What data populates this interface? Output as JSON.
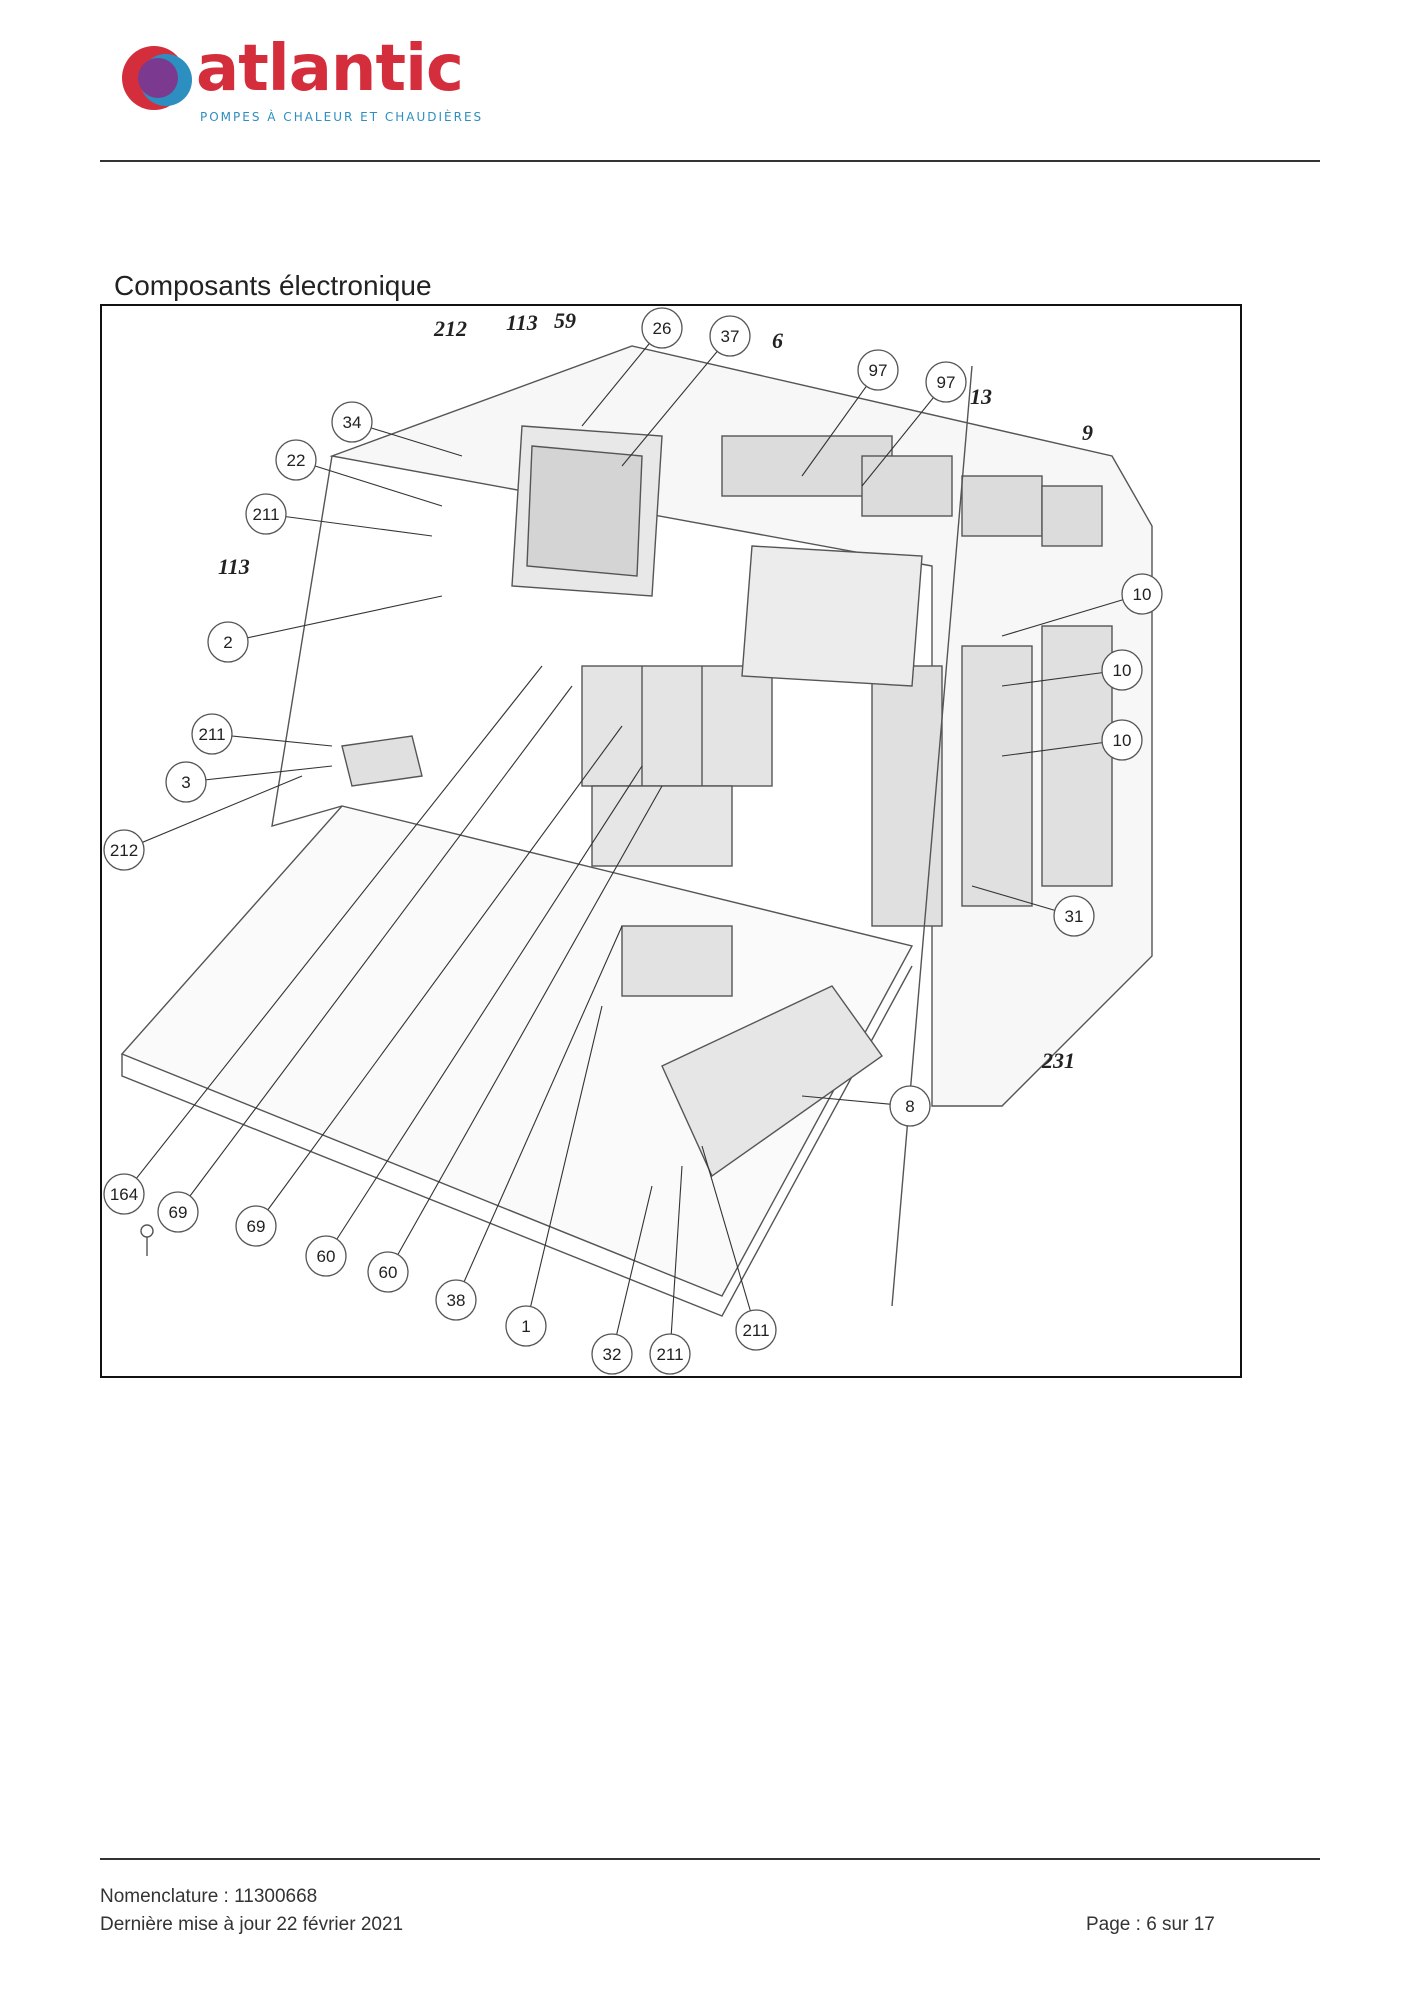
{
  "header": {
    "brand": "atlantic",
    "tagline": "POMPES À CHALEUR ET CHAUDIÈRES",
    "colors": {
      "brand_red": "#d42e3d",
      "brand_blue": "#2d8fc0",
      "brand_purple": "#7b3a8f"
    }
  },
  "section": {
    "title": "Composants électronique"
  },
  "diagram": {
    "callouts": [
      {
        "label": "26"
      },
      {
        "label": "37"
      },
      {
        "label": "97"
      },
      {
        "label": "97"
      },
      {
        "label": "34"
      },
      {
        "label": "22"
      },
      {
        "label": "211"
      },
      {
        "label": "2"
      },
      {
        "label": "10"
      },
      {
        "label": "10"
      },
      {
        "label": "10"
      },
      {
        "label": "211"
      },
      {
        "label": "3"
      },
      {
        "label": "212"
      },
      {
        "label": "31"
      },
      {
        "label": "8"
      },
      {
        "label": "164"
      },
      {
        "label": "69"
      },
      {
        "label": "69"
      },
      {
        "label": "60"
      },
      {
        "label": "60"
      },
      {
        "label": "38"
      },
      {
        "label": "1"
      },
      {
        "label": "211"
      },
      {
        "label": "32"
      },
      {
        "label": "211"
      }
    ],
    "italic_labels": [
      {
        "label": "212"
      },
      {
        "label": "113"
      },
      {
        "label": "59"
      },
      {
        "label": "6"
      },
      {
        "label": "13"
      },
      {
        "label": "9"
      },
      {
        "label": "113"
      },
      {
        "label": "231"
      }
    ]
  },
  "footer": {
    "nomenclature": "Nomenclature : 11300668",
    "updated": "Dernière mise à jour 22 février 2021",
    "page": "Page : 6 sur 17"
  }
}
